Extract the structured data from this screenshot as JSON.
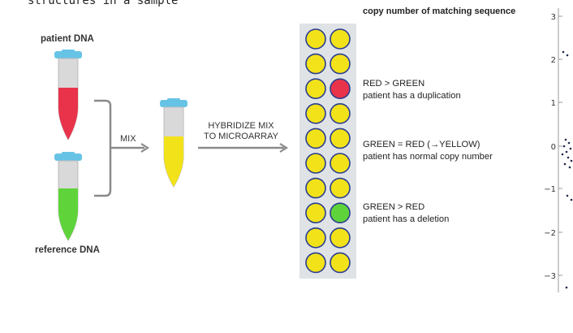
{
  "caption": "structures in a sample",
  "tubes": {
    "patient_label": "patient DNA",
    "reference_label": "reference DNA",
    "patient_color": "#e8334a",
    "reference_color": "#5fd43a",
    "mix_color": "#f2e21a",
    "cap_color": "#66c3e6"
  },
  "steps": {
    "mix": "MIX",
    "hybridize_line1": "HYBRIDIZE MIX",
    "hybridize_line2": "TO MICROARRAY"
  },
  "microarray": {
    "rows": 10,
    "cols": 2,
    "spot_color": "#f2e21a",
    "red_spot": {
      "row": 3,
      "col": 2,
      "color": "#e8334a"
    },
    "green_spot": {
      "row": 8,
      "col": 2,
      "color": "#5fd43a"
    }
  },
  "legend": {
    "title": "copy number of matching sequence",
    "items": [
      {
        "line1": "RED > GREEN",
        "line2": "patient has a duplication"
      },
      {
        "line1": "GREEN = RED (→YELLOW)",
        "line2": "patient has normal copy number"
      },
      {
        "line1": "GREEN > RED",
        "line2": "patient has a deletion"
      }
    ]
  },
  "plot_axis": {
    "ticks": [
      "3",
      "2",
      "1",
      "0",
      "−1",
      "−2",
      "−3"
    ]
  }
}
